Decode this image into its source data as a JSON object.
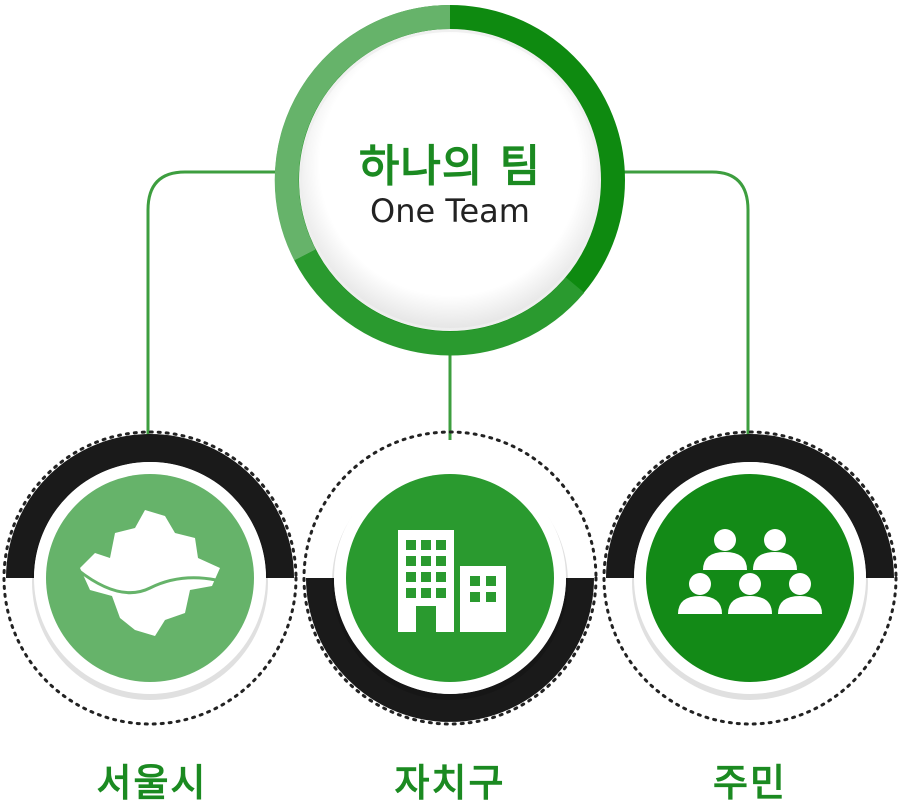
{
  "center": {
    "title": "하나의 팀",
    "subtitle": "One Team"
  },
  "nodes": [
    {
      "label": "서울시",
      "icon": "seoul-map-icon",
      "fill": "#66b36a"
    },
    {
      "label": "자치구",
      "icon": "office-buildings-icon",
      "fill": "#2a9a2f"
    },
    {
      "label": "주민",
      "icon": "people-group-icon",
      "fill": "#138a17"
    }
  ],
  "colors": {
    "ring_light": "#66b36a",
    "ring_mid": "#2a9a2f",
    "ring_dark": "#0e8a10",
    "node_ring": "#1a1a1a",
    "connector": "#3d9e3f",
    "text_green": "#1b8a21"
  }
}
